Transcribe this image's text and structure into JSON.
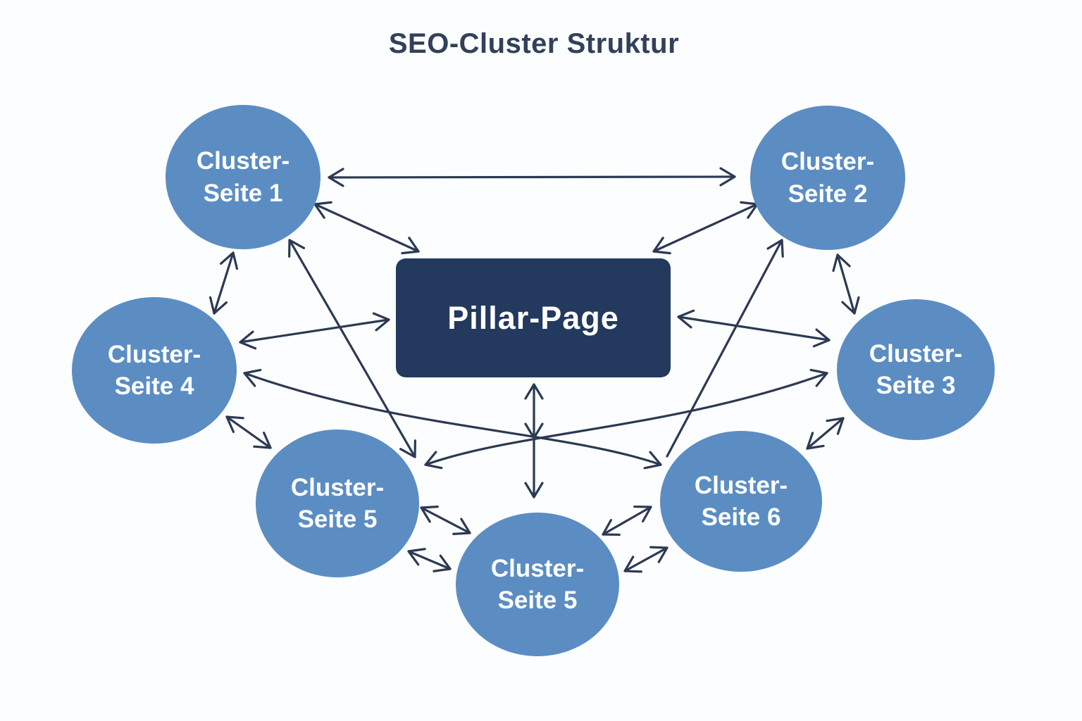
{
  "title": "SEO-Cluster Struktur",
  "colors": {
    "background": "#fcfdfe",
    "cluster_fill": "#5b8dc3",
    "pillar_fill": "#23395e",
    "arrow": "#2b3a52",
    "title_text": "#32415a",
    "node_text": "#ffffff"
  },
  "pillar": {
    "id": "pillar",
    "label": "Pillar-Page"
  },
  "nodes": [
    {
      "id": "c1",
      "line1": "Cluster-",
      "line2": "Seite 1"
    },
    {
      "id": "c2",
      "line1": "Cluster-",
      "line2": "Seite 2"
    },
    {
      "id": "c3",
      "line1": "Cluster-",
      "line2": "Seite 3"
    },
    {
      "id": "c4",
      "line1": "Cluster-",
      "line2": "Seite 4"
    },
    {
      "id": "c5a",
      "line1": "Cluster-",
      "line2": "Seite 5"
    },
    {
      "id": "c6",
      "line1": "Cluster-",
      "line2": "Seite 6"
    },
    {
      "id": "c5b",
      "line1": "Cluster-",
      "line2": "Seite 5"
    }
  ],
  "edges": [
    {
      "from": "c1",
      "to": "c2",
      "arrows": "both"
    },
    {
      "from": "c1",
      "to": "pillar",
      "arrows": "both"
    },
    {
      "from": "c2",
      "to": "pillar",
      "arrows": "both"
    },
    {
      "from": "c1",
      "to": "c4",
      "arrows": "both"
    },
    {
      "from": "c2",
      "to": "c3",
      "arrows": "both"
    },
    {
      "from": "c4",
      "to": "pillar",
      "arrows": "both"
    },
    {
      "from": "pillar",
      "to": "c3",
      "arrows": "both"
    },
    {
      "from": "pillar",
      "to": "c5b",
      "arrows": "both"
    },
    {
      "from": "c1",
      "to": "c5a",
      "arrows": "both"
    },
    {
      "from": "c2",
      "to": "c6",
      "arrows": "start"
    },
    {
      "from": "c4",
      "to": "c6",
      "arrows": "both",
      "shape": "curved"
    },
    {
      "from": "c3",
      "to": "c5a",
      "arrows": "both",
      "shape": "curved"
    },
    {
      "from": "c4",
      "to": "c5a",
      "arrows": "both"
    },
    {
      "from": "c3",
      "to": "c6",
      "arrows": "both"
    },
    {
      "from": "c5a",
      "to": "c5b",
      "arrows": "both"
    },
    {
      "from": "c5a",
      "to": "c5b",
      "arrows": "both"
    },
    {
      "from": "c5b",
      "to": "c6",
      "arrows": "both"
    },
    {
      "from": "c5b",
      "to": "c6",
      "arrows": "both"
    }
  ]
}
